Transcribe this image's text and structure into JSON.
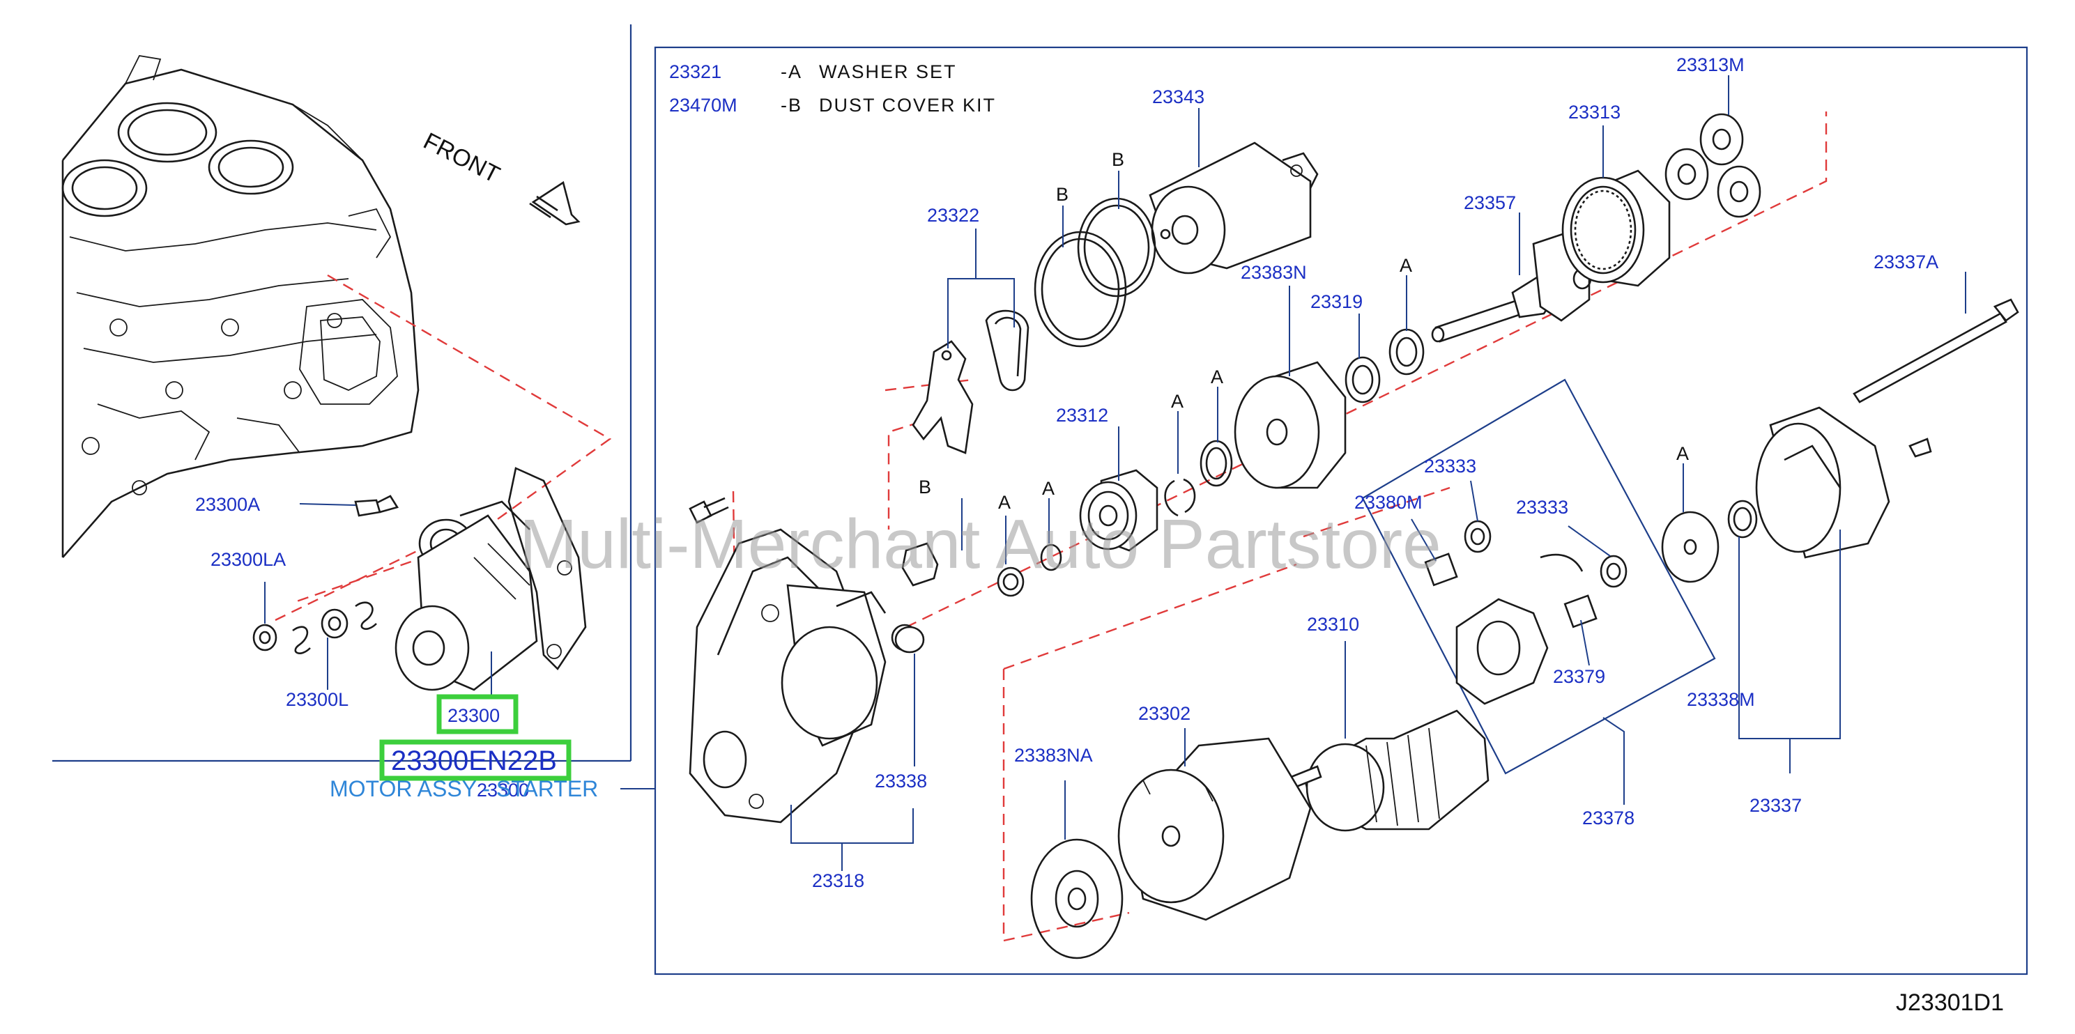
{
  "legend": [
    {
      "code": "23321",
      "letter": "-A",
      "text": "WASHER  SET"
    },
    {
      "code": "23470M",
      "letter": "-B",
      "text": "DUST  COVER  KIT"
    }
  ],
  "orientation_label": "FRONT",
  "part_labels": {
    "l23343": "23343",
    "l23313M": "23313M",
    "l23313": "23313",
    "l23322": "23322",
    "l23357": "23357",
    "l23383N": "23383N",
    "l23319": "23319",
    "l23337A": "23337A",
    "l23312": "23312",
    "l23333a": "23333",
    "l23333b": "23333",
    "l23380M": "23380M",
    "l23379": "23379",
    "l23310": "23310",
    "l23302": "23302",
    "l23383NA": "23383NA",
    "l23338": "23338",
    "l23318": "23318",
    "l23378": "23378",
    "l23338M": "23338M",
    "l23337": "23337",
    "l23300A": "23300A",
    "l23300LA": "23300LA",
    "l23300L": "23300L",
    "l23300": "23300",
    "l23300b": "23300"
  },
  "letter_markers": {
    "b1": "B",
    "b2": "B",
    "b3": "B",
    "a1": "A",
    "a2": "A",
    "a3": "A",
    "a4": "A",
    "a5": "A",
    "a6": "A"
  },
  "selected_part": {
    "number": "23300EN22B",
    "description": "MOTOR ASSY - STARTER"
  },
  "watermark": "Multi-Merchant Auto Partstore",
  "diagram_id": "J23301D1",
  "colors": {
    "label_blue": "#1b2fc4",
    "link_blue": "#2f86d8",
    "highlight_green": "#3ccf3c",
    "dash_red": "#e03a3a",
    "frame_navy": "#1d3e8a"
  }
}
